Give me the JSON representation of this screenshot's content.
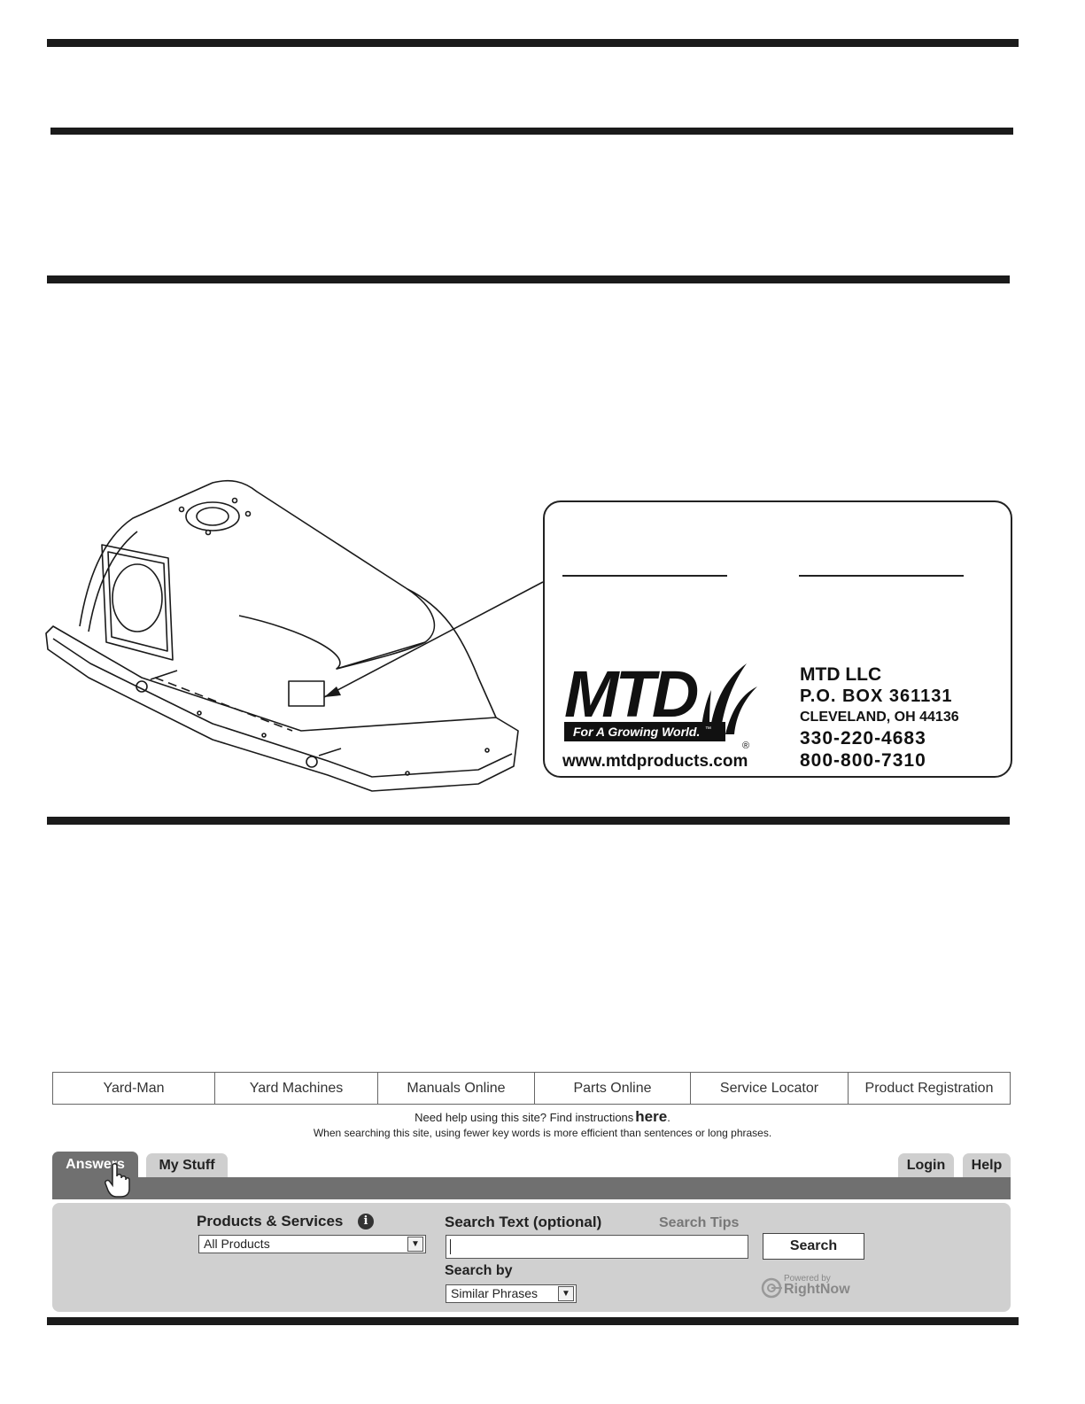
{
  "label_card": {
    "brand": "MTD",
    "tagline": "For A Growing World.",
    "trademark": "™",
    "registered": "®",
    "url": "www.mtdproducts.com",
    "address": {
      "company": "MTD LLC",
      "po_box": "P.O. BOX 361131",
      "city": "CLEVELAND, OH 44136",
      "phone_1": "330-220-4683",
      "phone_2": "800-800-7310"
    }
  },
  "website": {
    "nav": [
      "Yard-Man",
      "Yard Machines",
      "Manuals Online",
      "Parts Online",
      "Service Locator",
      "Product Registration"
    ],
    "help_text": "Need help using this site? Find instructions",
    "help_link": "here",
    "help_period": ".",
    "tip_text": "When searching this site, using fewer key words is more efficient than sentences or long phrases.",
    "tabs": {
      "answers": "Answers",
      "my_stuff": "My Stuff",
      "login": "Login",
      "help": "Help"
    },
    "search": {
      "products_label": "Products & Services",
      "products_info_icon": "i",
      "products_selected": "All Products",
      "search_text_label": "Search Text (optional)",
      "search_text_value": "",
      "search_tips": "Search Tips",
      "search_button": "Search",
      "search_by_label": "Search by",
      "search_by_selected": "Similar Phrases"
    },
    "powered_by": {
      "small": "Powered by",
      "name": "RightNow"
    }
  }
}
